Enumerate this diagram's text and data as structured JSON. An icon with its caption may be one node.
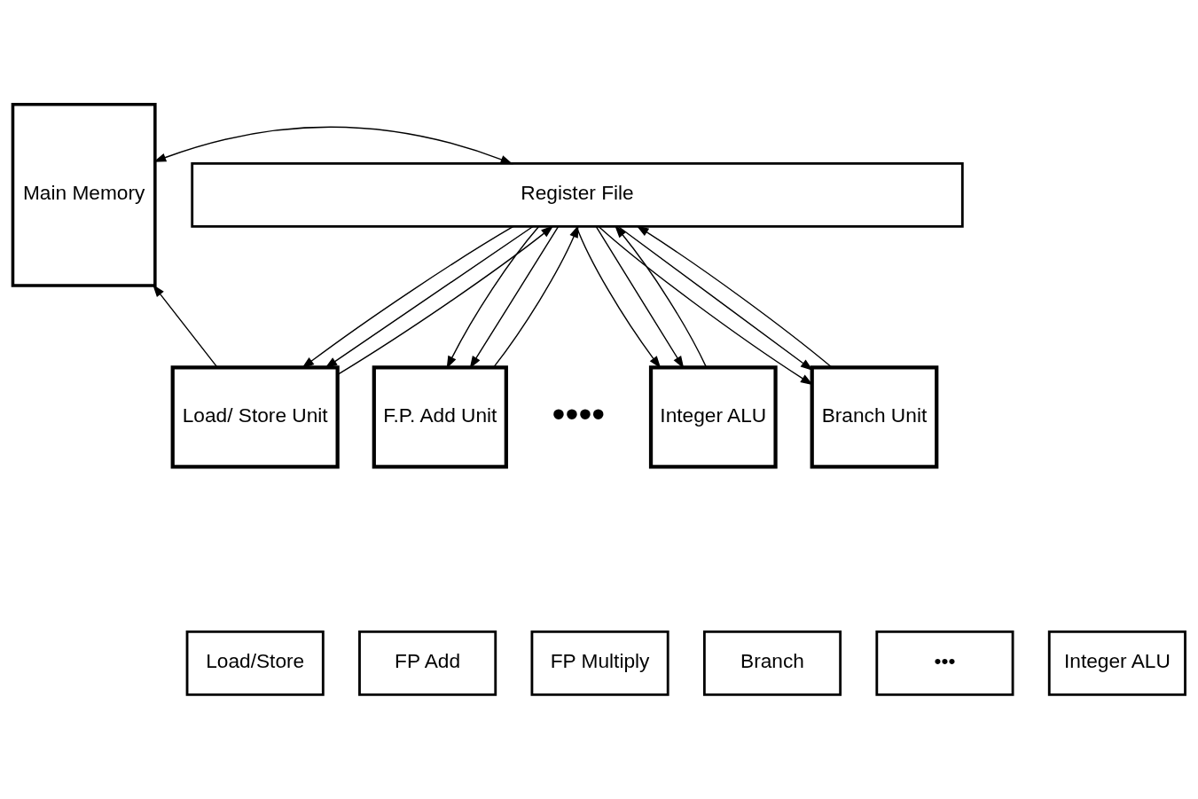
{
  "diagram": {
    "nodes": [
      {
        "text": [
          "Main Memory"
        ]
      },
      {
        "text": [
          "Register File"
        ]
      },
      {
        "text": [
          "Load/ Store Unit"
        ]
      },
      {
        "text": [
          "F.P. Add Unit"
        ]
      },
      {
        "text": [
          "Integer ALU"
        ]
      },
      {
        "text": [
          "Branch Unit"
        ]
      },
      {
        "text": [
          "Load/Store"
        ]
      },
      {
        "text": [
          "FP Add"
        ]
      },
      {
        "text": [
          "FP Multiply"
        ]
      },
      {
        "text": [
          "Branch"
        ]
      },
      {
        "text": [
          "•••"
        ]
      },
      {
        "text": [
          "Integer ALU"
        ]
      }
    ],
    "edges": [
      {
        "from": 0,
        "to": 1,
        "arrow": "both"
      },
      {
        "from": 1,
        "to": 2,
        "arrow": "to"
      },
      {
        "from": 1,
        "to": 2,
        "arrow": "to"
      },
      {
        "from": 2,
        "to": 0,
        "arrow": "to"
      },
      {
        "from": 2,
        "to": 1,
        "arrow": "to"
      },
      {
        "from": 1,
        "to": 3,
        "arrow": "to"
      },
      {
        "from": 1,
        "to": 3,
        "arrow": "to"
      },
      {
        "from": 3,
        "to": 1,
        "arrow": "to"
      },
      {
        "from": 1,
        "to": 4,
        "arrow": "to"
      },
      {
        "from": 1,
        "to": 4,
        "arrow": "to"
      },
      {
        "from": 4,
        "to": 1,
        "arrow": "to"
      },
      {
        "from": 1,
        "to": 5,
        "arrow": "to"
      },
      {
        "from": 1,
        "to": 5,
        "arrow": "to"
      },
      {
        "from": 5,
        "to": 1,
        "arrow": "to"
      }
    ],
    "labels": [
      "••••"
    ]
  }
}
